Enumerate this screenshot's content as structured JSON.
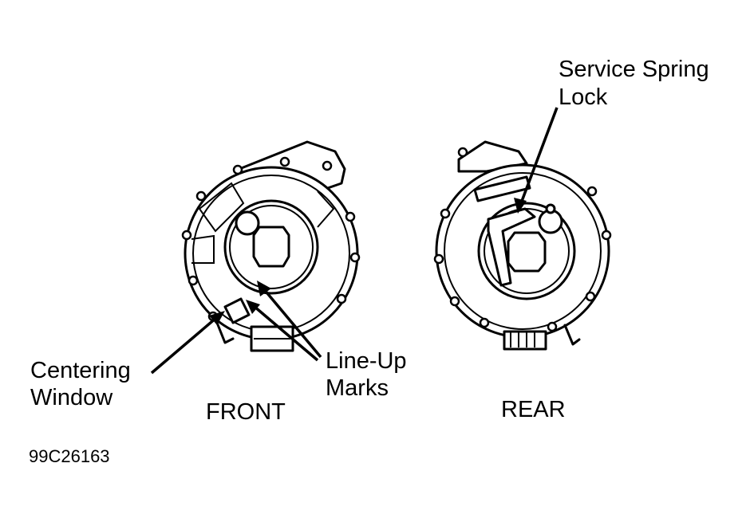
{
  "labels": {
    "centering_window_1": "Centering",
    "centering_window_2": "Window",
    "lineup_marks_1": "Line-Up",
    "lineup_marks_2": "Marks",
    "service_spring_1": "Service Spring",
    "service_spring_2": "Lock",
    "front": "FRONT",
    "rear": "REAR",
    "figure_id": "99C26163"
  },
  "colors": {
    "line": "#000000",
    "background": "#ffffff"
  }
}
